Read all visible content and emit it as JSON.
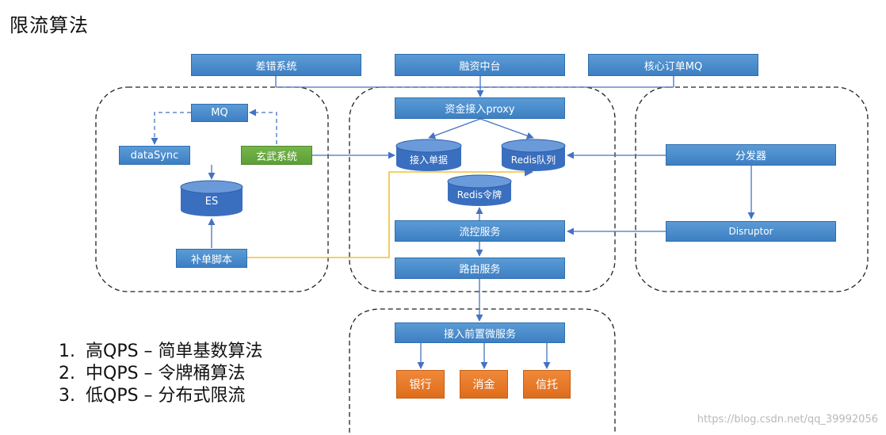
{
  "title": "限流算法",
  "nodes": {
    "top_error": "差错系统",
    "top_finance": "融资中台",
    "top_mq": "核心订单MQ",
    "proxy": "资金接入proxy",
    "mq": "MQ",
    "datasync": "dataSync",
    "xuanwu": "玄武系统",
    "es": "ES",
    "bu_script": "补单脚本",
    "intake": "接入单据",
    "redis_queue": "Redis队列",
    "redis_token": "Redis令牌",
    "flow_control": "流控服务",
    "routing": "路由服务",
    "dispatcher": "分发器",
    "disruptor": "Disruptor",
    "pre_service": "接入前置微服务",
    "bank": "银行",
    "consumer_finance": "消金",
    "trust": "信托"
  },
  "notes": [
    {
      "num": "1.",
      "text": "高QPS – 简单基数算法"
    },
    {
      "num": "2.",
      "text": "中QPS – 令牌桶算法"
    },
    {
      "num": "3.",
      "text": "低QPS – 分布式限流"
    }
  ],
  "watermark": "https://blog.csdn.net/qq_39992056",
  "colors": {
    "blue_box": "#4a8ccc",
    "green_box": "#6aab40",
    "orange_box": "#e8792a",
    "db_fill": "#3a6fbf",
    "arrow_blue": "#4472c4",
    "arrow_yellow": "#f2c12e"
  }
}
